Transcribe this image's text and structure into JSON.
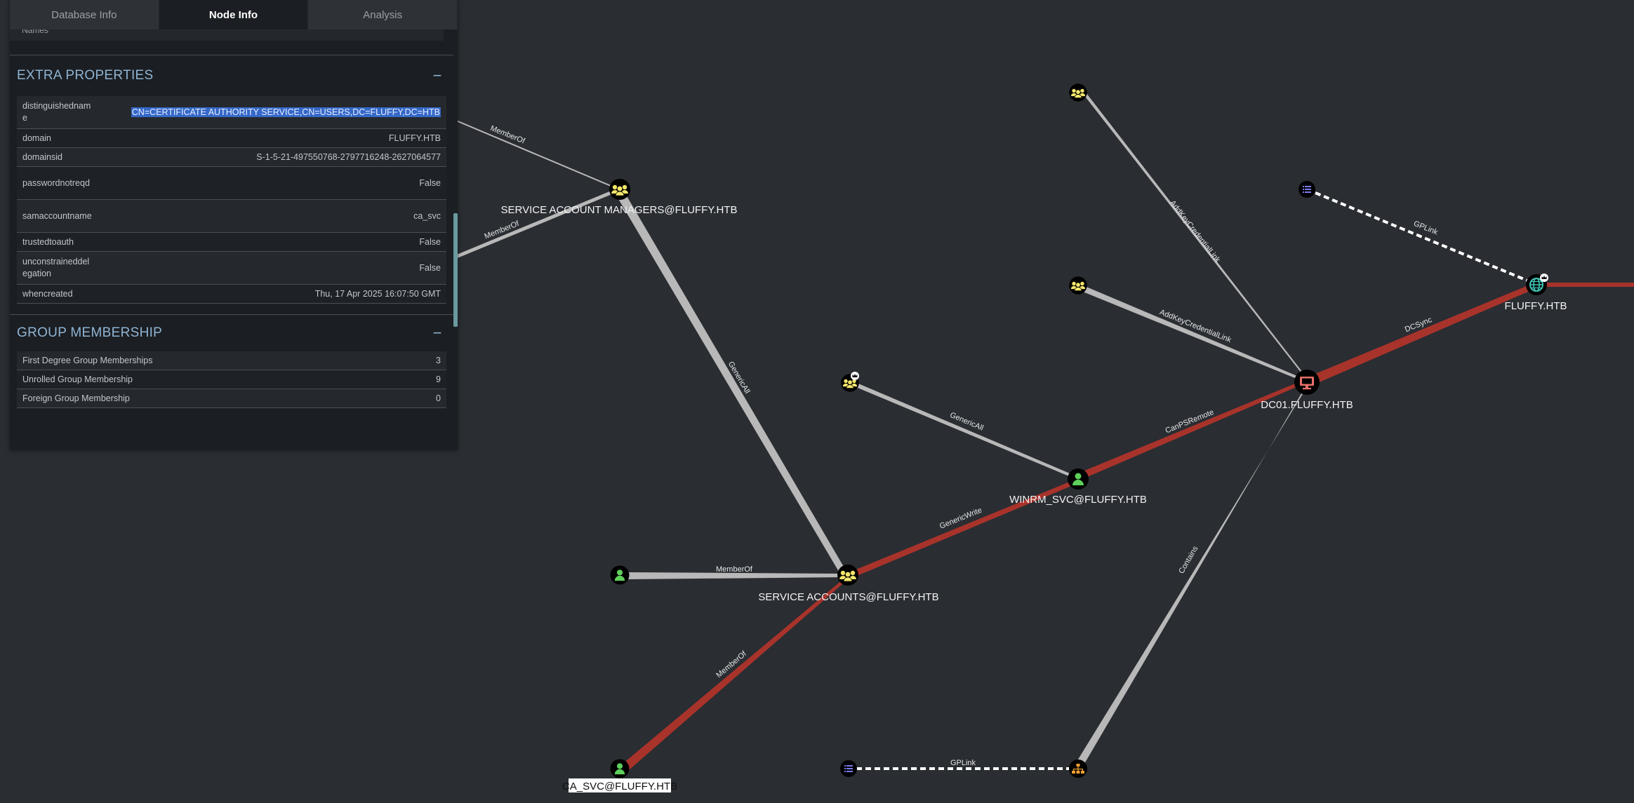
{
  "tabs": [
    "Database Info",
    "Node Info",
    "Analysis"
  ],
  "active_tab": 1,
  "names_row": "Names",
  "extra_properties": {
    "title": "EXTRA PROPERTIES",
    "collapse_glyph": "−",
    "rows": [
      {
        "key": "distinguishedname",
        "value": "CN=CERTIFICATE AUTHORITY SERVICE,CN=USERS,DC=FLUFFY,DC=HTB",
        "selected": true
      },
      {
        "key": "domain",
        "value": "FLUFFY.HTB"
      },
      {
        "key": "domainsid",
        "value": "S-1-5-21-497550768-2797716248-2627064577"
      },
      {
        "key": "passwordnotreqd",
        "value": "False"
      },
      {
        "key": "samaccountname",
        "value": "ca_svc"
      },
      {
        "key": "trustedtoauth",
        "value": "False"
      },
      {
        "key": "unconstraineddelegation",
        "value": "False"
      },
      {
        "key": "whencreated",
        "value": "Thu, 17 Apr 2025 16:07:50 GMT"
      }
    ]
  },
  "group_membership": {
    "title": "GROUP MEMBERSHIP",
    "collapse_glyph": "−",
    "rows": [
      {
        "key": "First Degree Group Memberships",
        "value": "3"
      },
      {
        "key": "Unrolled Group Membership",
        "value": "9"
      },
      {
        "key": "Foreign Group Membership",
        "value": "0"
      }
    ]
  },
  "graph": {
    "nodes": [
      {
        "id": "sam",
        "type": "group",
        "label": "SERVICE ACCOUNT MANAGERS@FLUFFY.HTB"
      },
      {
        "id": "g1",
        "type": "group",
        "label": ""
      },
      {
        "id": "g2",
        "type": "group",
        "label": ""
      },
      {
        "id": "g3",
        "type": "group-crown",
        "label": ""
      },
      {
        "id": "gpo1",
        "type": "gpo",
        "label": ""
      },
      {
        "id": "domain",
        "type": "domain",
        "label": "FLUFFY.HTB"
      },
      {
        "id": "dc01",
        "type": "computer",
        "label": "DC01.FLUFFY.HTB"
      },
      {
        "id": "winrm",
        "type": "user",
        "label": "WINRM_SVC@FLUFFY.HTB"
      },
      {
        "id": "sa",
        "type": "group",
        "label": "SERVICE ACCOUNTS@FLUFFY.HTB"
      },
      {
        "id": "u1",
        "type": "user",
        "label": ""
      },
      {
        "id": "ca",
        "type": "user",
        "label": "CA_SVC@FLUFFY.HTB",
        "selected": true
      },
      {
        "id": "gpo2",
        "type": "gpo",
        "label": ""
      },
      {
        "id": "ou",
        "type": "ou",
        "label": ""
      }
    ],
    "edges": [
      {
        "from": "offA",
        "to": "sam",
        "label": "MemberOf",
        "kind": "normal"
      },
      {
        "from": "offB",
        "to": "sam",
        "label": "MemberOf",
        "kind": "normal"
      },
      {
        "from": "sam",
        "to": "sa",
        "label": "GenericAll",
        "kind": "normal"
      },
      {
        "from": "g1",
        "to": "dc01",
        "label": "AddKeyCredentialLink",
        "kind": "normal"
      },
      {
        "from": "g2",
        "to": "dc01",
        "label": "AddKeyCredentialLink",
        "kind": "normal"
      },
      {
        "from": "gpo1",
        "to": "domain",
        "label": "GPLink",
        "kind": "gplink"
      },
      {
        "from": "dc01",
        "to": "domain",
        "label": "DCSync",
        "kind": "path"
      },
      {
        "from": "domain",
        "to": "offC",
        "label": "",
        "kind": "path"
      },
      {
        "from": "g3",
        "to": "winrm",
        "label": "GenericAll",
        "kind": "normal"
      },
      {
        "from": "winrm",
        "to": "dc01",
        "label": "CanPSRemote",
        "kind": "path"
      },
      {
        "from": "sa",
        "to": "winrm",
        "label": "GenericWrite",
        "kind": "path"
      },
      {
        "from": "u1",
        "to": "sa",
        "label": "MemberOf",
        "kind": "normal"
      },
      {
        "from": "ca",
        "to": "sa",
        "label": "MemberOf",
        "kind": "path"
      },
      {
        "from": "ou",
        "to": "dc01",
        "label": "Contains",
        "kind": "normal"
      },
      {
        "from": "gpo2",
        "to": "ou",
        "label": "GPLink",
        "kind": "gplink"
      }
    ]
  },
  "colors": {
    "background": "#2a2d32",
    "path_edge": "#a8332b",
    "normal_edge": "#b8b8b8",
    "group_icon": "#f2e66b",
    "user_icon": "#5ed05a",
    "computer_icon": "#e8706a",
    "domain_icon": "#3fc7b8",
    "gpo_icon": "#7b7cf0",
    "ou_icon": "#f0a030",
    "section_title": "#8fb4d4"
  }
}
